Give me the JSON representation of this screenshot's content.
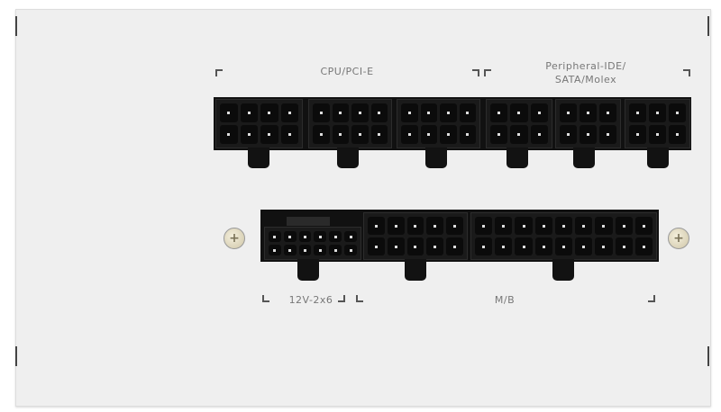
{
  "labels": {
    "cpu_pcie": "CPU/PCI-E",
    "peripheral_line1": "Peripheral-IDE/",
    "peripheral_line2": "SATA/Molex",
    "v12_2x6": "12V-2x6",
    "mb": "M/B"
  },
  "connectors": {
    "top": [
      {
        "type": "CPU/PCI-E",
        "pins": 8
      },
      {
        "type": "CPU/PCI-E",
        "pins": 8
      },
      {
        "type": "CPU/PCI-E",
        "pins": 8
      },
      {
        "type": "Peripheral",
        "pins": 6
      },
      {
        "type": "Peripheral",
        "pins": 6
      },
      {
        "type": "Peripheral",
        "pins": 6
      }
    ],
    "bottom": [
      {
        "type": "12V-2x6",
        "pins": 12
      },
      {
        "type": "M/B",
        "pins": 10
      },
      {
        "type": "M/B",
        "pins": 18
      }
    ]
  },
  "colors": {
    "panel": "#efefef",
    "connector": "#111111"
  }
}
